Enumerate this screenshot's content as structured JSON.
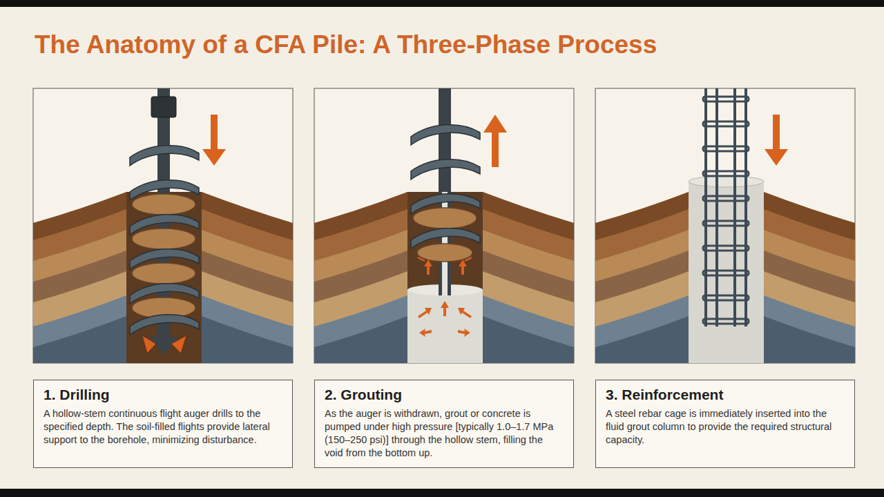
{
  "diagram": {
    "title": "The Anatomy of a CFA Pile: A Three-Phase Process",
    "nodes": [
      {
        "text": [
          "1. Drilling",
          "A hollow-stem continuous flight auger drills to the specified depth. The soil-filled flights provide lateral support to the borehole, minimizing disturbance."
        ]
      },
      {
        "text": [
          "2. Grouting",
          "As the auger is withdrawn, grout or concrete is pumped under high pressure [typically 1.0–1.7 MPa (150–250 psi)] through the hollow stem, filling the void from the bottom up."
        ]
      },
      {
        "text": [
          "3. Reinforcement",
          "A steel rebar cage is immediately inserted into the fluid grout column to provide the required structural capacity."
        ]
      }
    ]
  }
}
